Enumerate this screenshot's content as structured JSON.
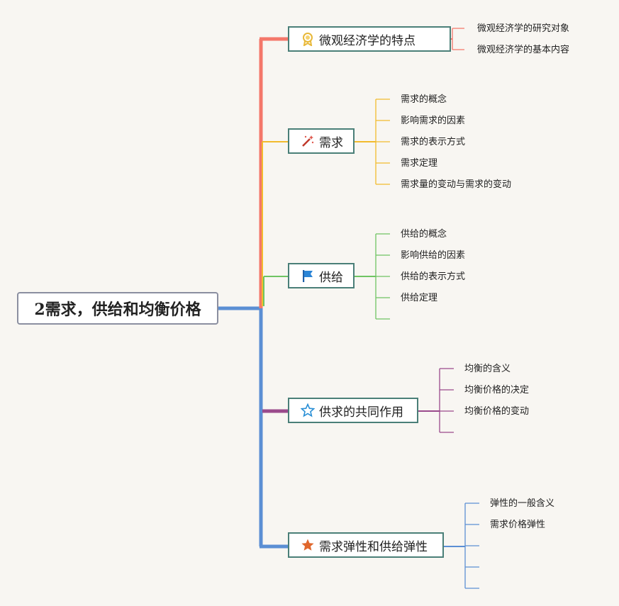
{
  "root": {
    "title": "2需求，供给和均衡价格"
  },
  "branches": [
    {
      "label": "微观经济学的特点",
      "icon": "award-ribbon-icon",
      "color": "#f4776a",
      "leaves": [
        "微观经济学的研究对象",
        "微观经济学的基本内容"
      ]
    },
    {
      "label": "需求",
      "icon": "magic-wand-icon",
      "color": "#f2bb2e",
      "leaves": [
        "需求的概念",
        "影响需求的因素",
        "需求的表示方式",
        "需求定理",
        "需求量的变动与需求的变动"
      ]
    },
    {
      "label": "供给",
      "icon": "flag-icon",
      "color": "#6fc463",
      "leaves": [
        "供给的概念",
        "影响供给的因素",
        "供给的表示方式",
        "供给定理",
        ""
      ]
    },
    {
      "label": "供求的共同作用",
      "icon": "star-outline-icon",
      "color": "#9a4a8c",
      "leaves": [
        "均衡的含义",
        "均衡价格的决定",
        "均衡价格的变动",
        ""
      ]
    },
    {
      "label": "需求弹性和供给弹性",
      "icon": "star-filled-icon",
      "color": "#5b8fd4",
      "leaves": [
        "弹性的一般含义",
        "需求价格弹性",
        "",
        "",
        ""
      ]
    }
  ]
}
